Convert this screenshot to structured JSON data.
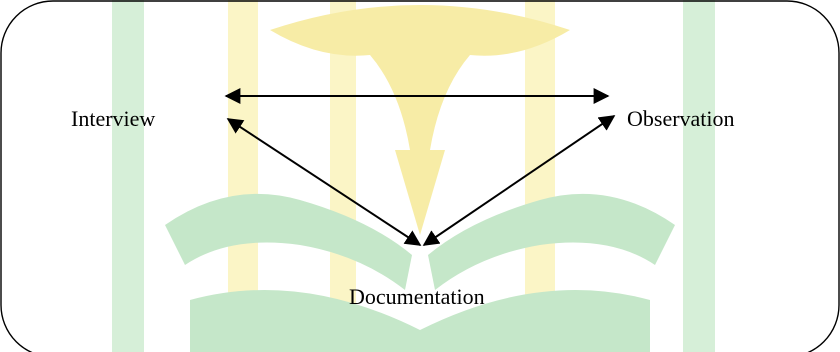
{
  "diagram": {
    "nodes": {
      "interview": "Interview",
      "observation": "Observation",
      "documentation": "Documentation"
    },
    "edges": [
      {
        "from": "interview",
        "to": "observation",
        "arrows": "both"
      },
      {
        "from": "interview",
        "to": "documentation",
        "arrows": "both"
      },
      {
        "from": "observation",
        "to": "documentation",
        "arrows": "both"
      }
    ]
  },
  "colors": {
    "frame_border": "#000000",
    "arrow": "#000000",
    "watermark_green": "#d6efd8",
    "watermark_yellow": "#fbf5c6",
    "watermark_green_shape": "#c5e7c9",
    "watermark_yellow_shape": "#f7eca6"
  },
  "watermark": {
    "emblem_icon": "book-and-pen-emblem-icon"
  }
}
